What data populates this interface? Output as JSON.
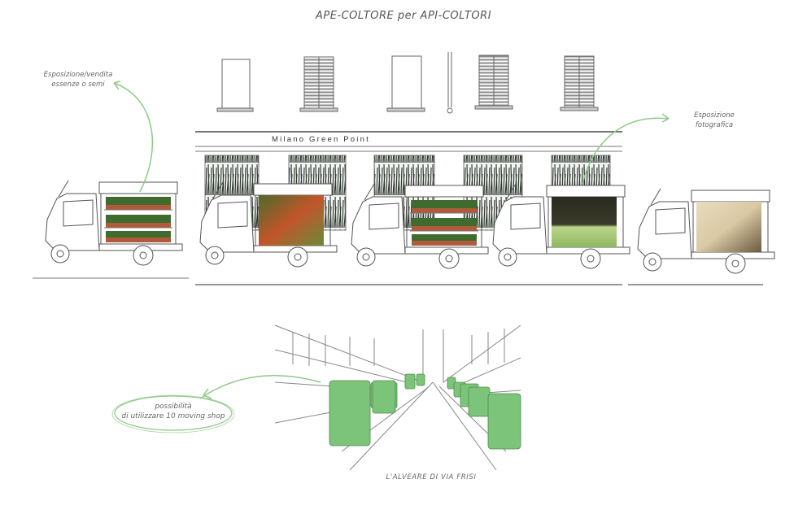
{
  "title": "APE-COLTORE per API-COLTORI",
  "annotations": {
    "left": {
      "line1": "Esposizione/vendita",
      "line2": "essenze o semi"
    },
    "right": {
      "line1": "Esposizione",
      "line2": "fotografica"
    },
    "bubble": {
      "line1": "possibilità",
      "line2": "di utilizzare 10 moving shop"
    }
  },
  "storefront": {
    "sign_text": "Milano Green Point",
    "upper_windows": [
      "plain",
      "shutters",
      "plain",
      "drainpipe",
      "shutters",
      "shutters"
    ]
  },
  "vehicles": [
    {
      "type": "plant-shelves",
      "label": "Ape with plant shelves"
    },
    {
      "type": "photo-display",
      "label": "Ape with vegetable photo"
    },
    {
      "type": "plant-shelves",
      "label": "Ape with plant shelves"
    },
    {
      "type": "photo-display",
      "label": "Ape with farmers photo"
    },
    {
      "type": "photo-display",
      "label": "Ape with sheep photo"
    }
  ],
  "street_scene": {
    "caption": "L'ALVEARE DI VIA FRISI",
    "green_vehicle_count": 10
  },
  "colors": {
    "accent_green": "#8fc98a",
    "vehicle_green": "#7cc47a",
    "sketch_line": "#6a6a6a"
  }
}
